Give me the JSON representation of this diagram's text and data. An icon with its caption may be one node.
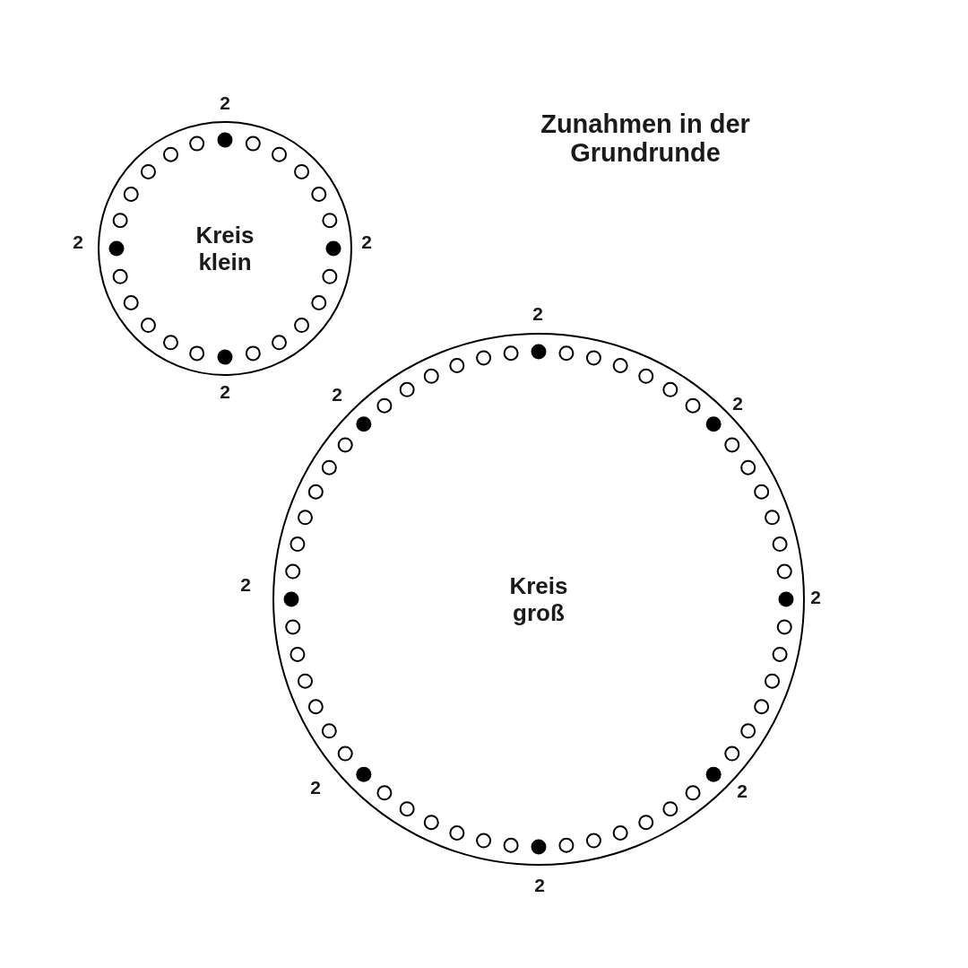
{
  "diagram": {
    "title": "Zunahmen in der Grundrunde",
    "nodes": [
      {
        "text": [
          "Kreis klein"
        ]
      },
      {
        "text": [
          "Kreis groß"
        ]
      }
    ],
    "labels": [
      "2",
      "2",
      "2",
      "2",
      "2",
      "2",
      "2",
      "2",
      "2",
      "2",
      "2",
      "2"
    ]
  }
}
